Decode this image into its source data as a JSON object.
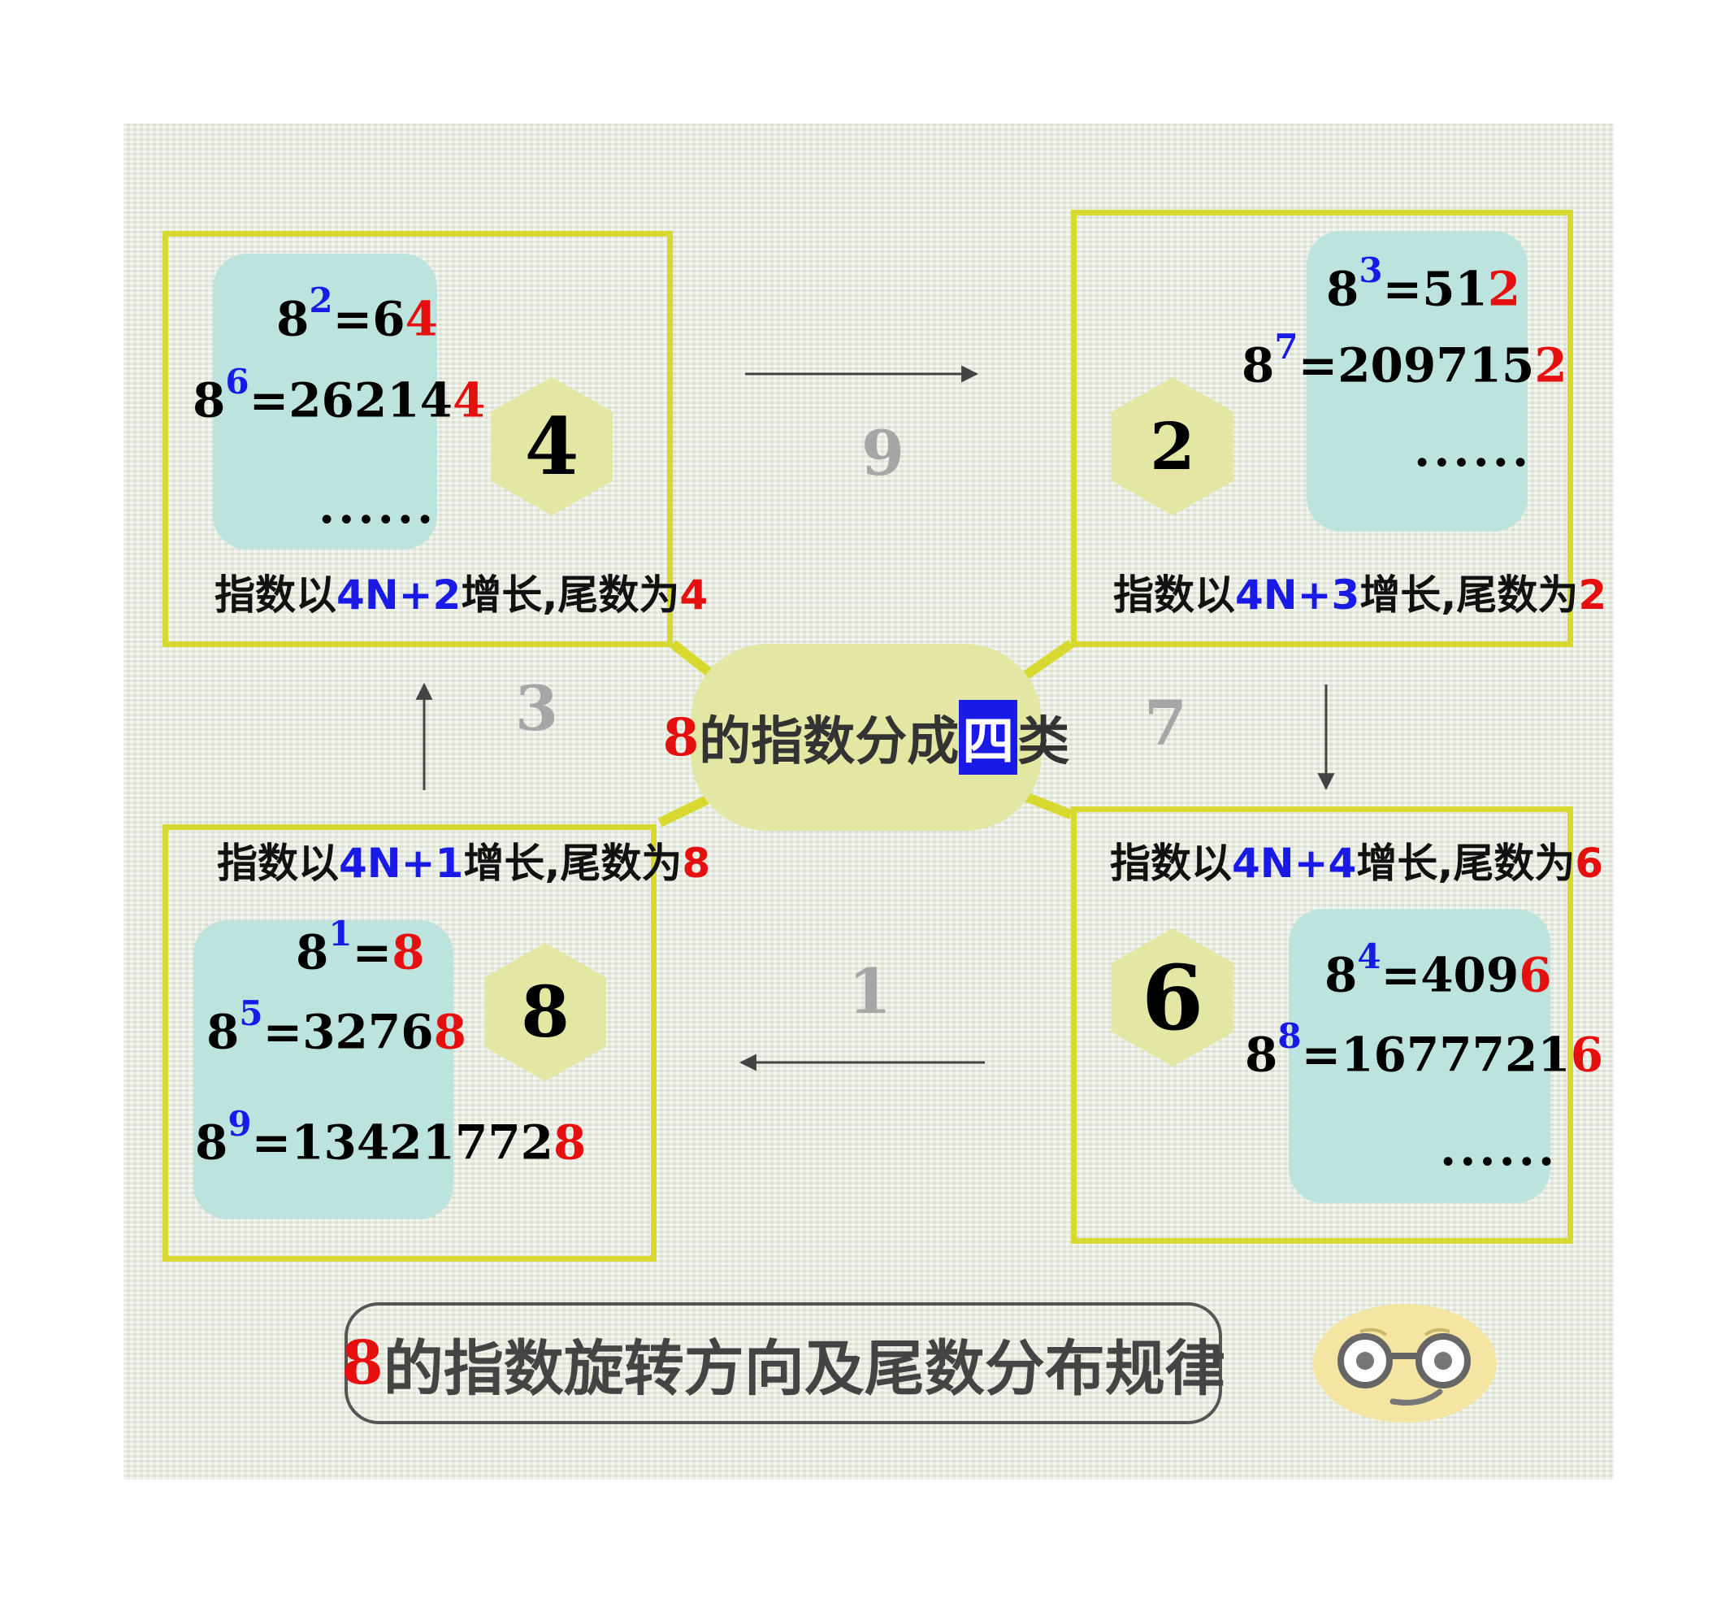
{
  "center": {
    "prefix": "8",
    "middle": "的指数分成",
    "highlight": "四",
    "suffix": "类"
  },
  "quadrants": {
    "top_left": {
      "digit": "4",
      "caption": {
        "a": "指数以",
        "rule": "4N+2",
        "b": "增长,尾数为",
        "tail": "4"
      },
      "equations": [
        {
          "base": "8",
          "exp": "2",
          "eq": "=6",
          "last": "4"
        },
        {
          "base": "8",
          "exp": "6",
          "eq": "=26214",
          "last": "4"
        }
      ],
      "ellipsis": "......"
    },
    "top_right": {
      "digit": "2",
      "caption": {
        "a": "指数以",
        "rule": "4N+3",
        "b": "增长,尾数为",
        "tail": "2"
      },
      "equations": [
        {
          "base": "8",
          "exp": "3",
          "eq": "=51",
          "last": "2"
        },
        {
          "base": "8",
          "exp": "7",
          "eq": "=209715",
          "last": "2"
        }
      ],
      "ellipsis": "......"
    },
    "bottom_left": {
      "digit": "8",
      "caption": {
        "a": "指数以",
        "rule": "4N+1",
        "b": "增长,尾数为",
        "tail": "8"
      },
      "equations": [
        {
          "base": "8",
          "exp": "1",
          "eq": "=",
          "last": "8"
        },
        {
          "base": "8",
          "exp": "5",
          "eq": "=3276",
          "last": "8"
        },
        {
          "base": "8",
          "exp": "9",
          "eq": "=13421772",
          "last": "8"
        }
      ]
    },
    "bottom_right": {
      "digit": "6",
      "caption": {
        "a": "指数以",
        "rule": "4N+4",
        "b": "增长,尾数为",
        "tail": "6"
      },
      "equations": [
        {
          "base": "8",
          "exp": "4",
          "eq": "=409",
          "last": "6"
        },
        {
          "base": "8",
          "exp": "8",
          "eq": "=1677721",
          "last": "6"
        }
      ],
      "ellipsis": "......"
    }
  },
  "steps": {
    "top": "9",
    "right": "7",
    "bottom": "1",
    "left": "3"
  },
  "banner": {
    "prefix": "8",
    "text": "的指数旋转方向及尾数分布规律"
  },
  "colors": {
    "frame": "#d7d931",
    "panel": "#bde3df",
    "hex": "#e4e6a4",
    "red": "#e60f0f",
    "blue": "#1a1ae6",
    "step": "#a6a6a6"
  },
  "icons": {
    "arrows": "arrow-icon",
    "face": "nerd-face-icon"
  }
}
